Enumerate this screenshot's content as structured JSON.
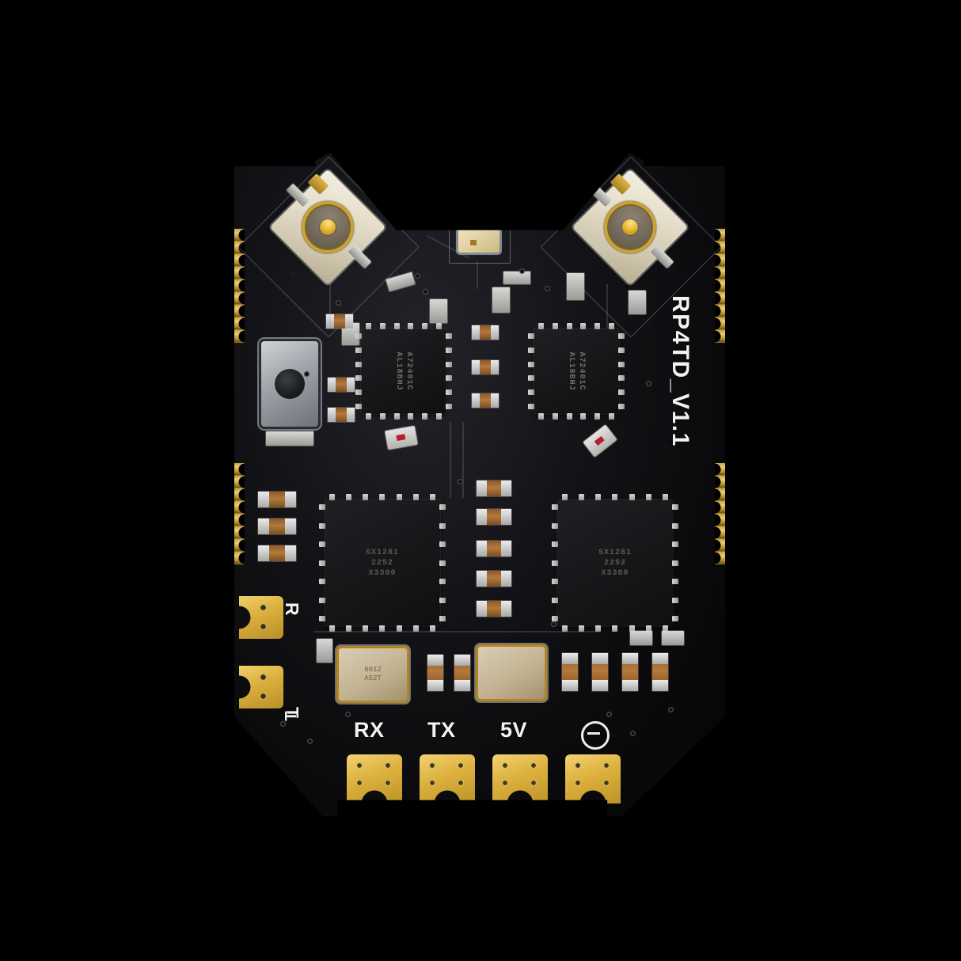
{
  "image": {
    "subject": "RP4TD_V1.1 diversity radio receiver PCB",
    "background_color": "#000000",
    "board_color": "#141418",
    "silkscreen_color": "#f2f2ee",
    "gold_color": "#dcb13e"
  },
  "board": {
    "silkscreen_name": "RP4TD_V1.1",
    "bottom_pad_labels": [
      "RX",
      "TX",
      "5V"
    ],
    "ground_symbol": "⊖",
    "side_pad_labels": [
      "R",
      "T"
    ],
    "tx_marker": "T"
  },
  "components": {
    "ufl_connectors": [
      {
        "name": "u-fl-antenna-1",
        "position": "top-left"
      },
      {
        "name": "u-fl-antenna-2",
        "position": "top-right"
      }
    ],
    "rgb_led": {
      "name": "status-led",
      "position": "top-center"
    },
    "bind_button": {
      "name": "bind-button",
      "position": "upper-left"
    },
    "rf_frontend_ics": [
      {
        "line1": "A72401C",
        "line2": "AL18BHJ"
      },
      {
        "line1": "A72401C",
        "line2": "AL18BHJ"
      }
    ],
    "transceiver_ics": [
      {
        "line1": "SX1281",
        "line2": "2252",
        "line3": "X3380"
      },
      {
        "line1": "SX1281",
        "line2": "2252",
        "line3": "X3380"
      }
    ],
    "crystals": [
      {
        "line1": "6012",
        "line2": "A52T"
      },
      {
        "line1": "",
        "line2": ""
      }
    ],
    "castellation_groups": [
      "left-upper",
      "left-lower",
      "right-upper",
      "right-lower"
    ],
    "bottom_pads": 4
  }
}
